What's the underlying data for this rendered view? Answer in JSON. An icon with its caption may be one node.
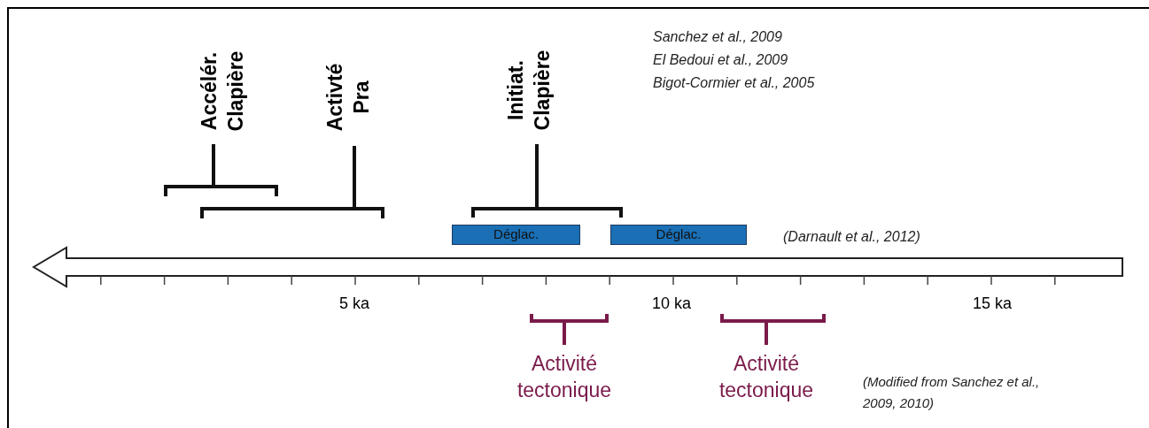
{
  "diagram": {
    "nodes": [
      {
        "text": [
          "Déglac."
        ]
      },
      {
        "text": [
          "Déglac."
        ]
      }
    ],
    "labels": [
      "Accélér. Clapière",
      "Activté Pra",
      "Initiat. Clapière",
      "Sanchez et al., 2009",
      "El Bedoui et al., 2009",
      "Bigot-Cormier et al., 2005",
      "(Darnault et al., 2012)",
      "5 ka",
      "10 ka",
      "15 ka",
      "Activité tectonique",
      "Activité tectonique",
      "(Modified from Sanchez et al., 2009, 2010)"
    ]
  }
}
